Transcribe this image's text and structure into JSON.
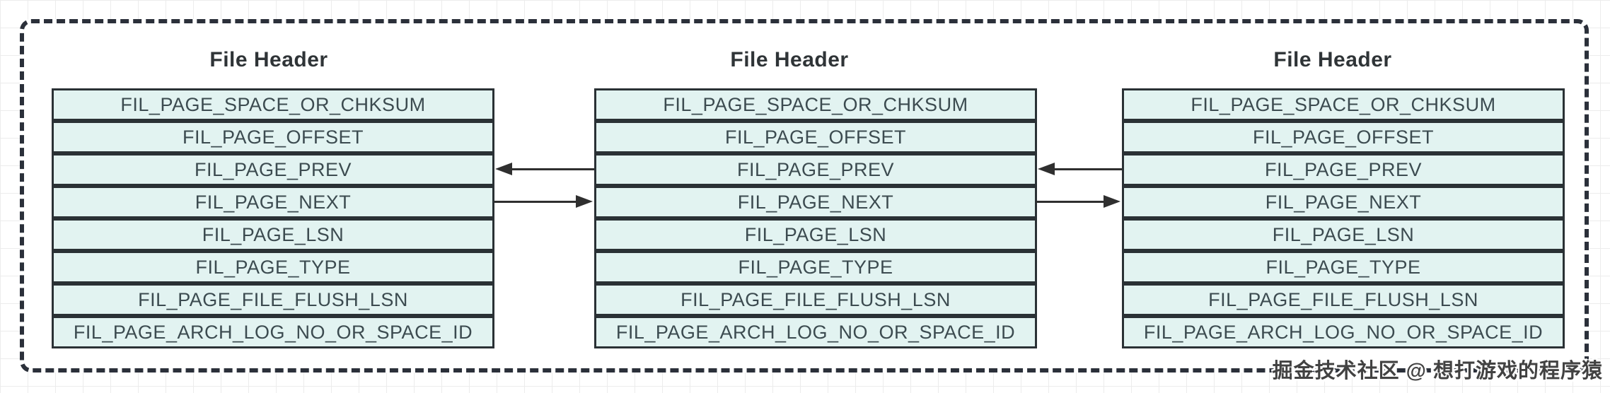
{
  "tables": [
    {
      "title": "File Header",
      "rows": [
        "FIL_PAGE_SPACE_OR_CHKSUM",
        "FIL_PAGE_OFFSET",
        "FIL_PAGE_PREV",
        "FIL_PAGE_NEXT",
        "FIL_PAGE_LSN",
        "FIL_PAGE_TYPE",
        "FIL_PAGE_FILE_FLUSH_LSN",
        "FIL_PAGE_ARCH_LOG_NO_OR_SPACE_ID"
      ]
    },
    {
      "title": "File Header",
      "rows": [
        "FIL_PAGE_SPACE_OR_CHKSUM",
        "FIL_PAGE_OFFSET",
        "FIL_PAGE_PREV",
        "FIL_PAGE_NEXT",
        "FIL_PAGE_LSN",
        "FIL_PAGE_TYPE",
        "FIL_PAGE_FILE_FLUSH_LSN",
        "FIL_PAGE_ARCH_LOG_NO_OR_SPACE_ID"
      ]
    },
    {
      "title": "File Header",
      "rows": [
        "FIL_PAGE_SPACE_OR_CHKSUM",
        "FIL_PAGE_OFFSET",
        "FIL_PAGE_PREV",
        "FIL_PAGE_NEXT",
        "FIL_PAGE_LSN",
        "FIL_PAGE_TYPE",
        "FIL_PAGE_FILE_FLUSH_LSN",
        "FIL_PAGE_ARCH_LOG_NO_OR_SPACE_ID"
      ]
    }
  ],
  "watermark": "掘金技术社区 @ 想打游戏的程序猿",
  "colors": {
    "cell_fill": "#e2f3f1",
    "cell_border": "#2a3135",
    "cell_text": "#3c4b50",
    "frame_dash": "#2b303a",
    "arrow": "#2f2f2f",
    "grid_line": "#ececec"
  }
}
